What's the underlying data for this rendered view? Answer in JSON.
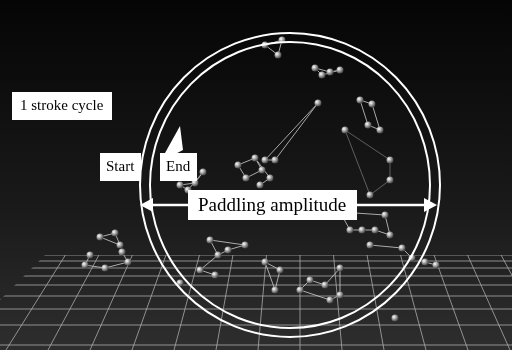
{
  "diagram": {
    "nodes": [
      {
        "text": [
          "1 stroke cycle"
        ]
      },
      {
        "text": [
          "Start"
        ]
      },
      {
        "text": [
          "End"
        ]
      },
      {
        "text": [
          "Paddling amplitude"
        ]
      }
    ]
  }
}
